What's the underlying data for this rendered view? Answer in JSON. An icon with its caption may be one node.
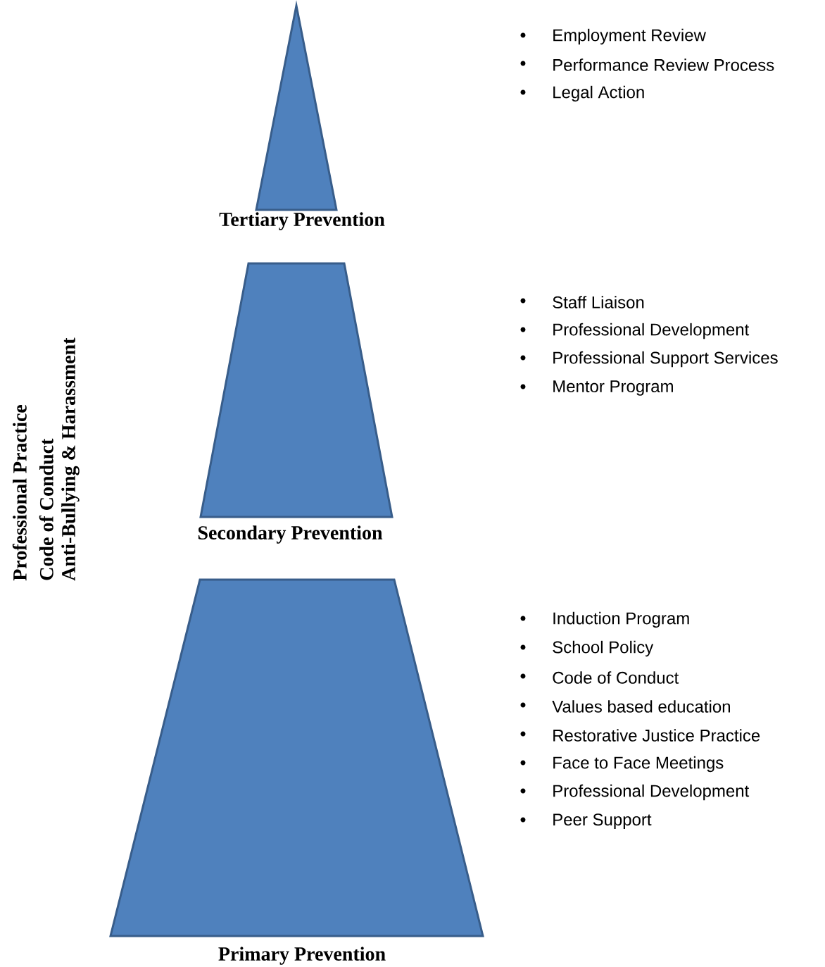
{
  "diagram": {
    "nodes": [
      {
        "text": [
          "Tertiary Prevention"
        ]
      },
      {
        "text": [
          "Secondary Prevention"
        ]
      },
      {
        "text": [
          "Primary Prevention"
        ]
      }
    ],
    "labels": [
      "Professional Practice",
      "Code of Conduct",
      "Anti-Bullying & Harassment",
      "Employment Review",
      "Performance Review Process",
      "Legal Action",
      "Staff Liaison",
      "Professional Development",
      "Professional Support Services",
      "Mentor Program",
      "Induction Program",
      "School Policy",
      "Code of Conduct",
      "Values based education",
      "Restorative Justice Practice",
      "Face to Face Meetings",
      "Professional Development",
      "Peer Support"
    ]
  }
}
